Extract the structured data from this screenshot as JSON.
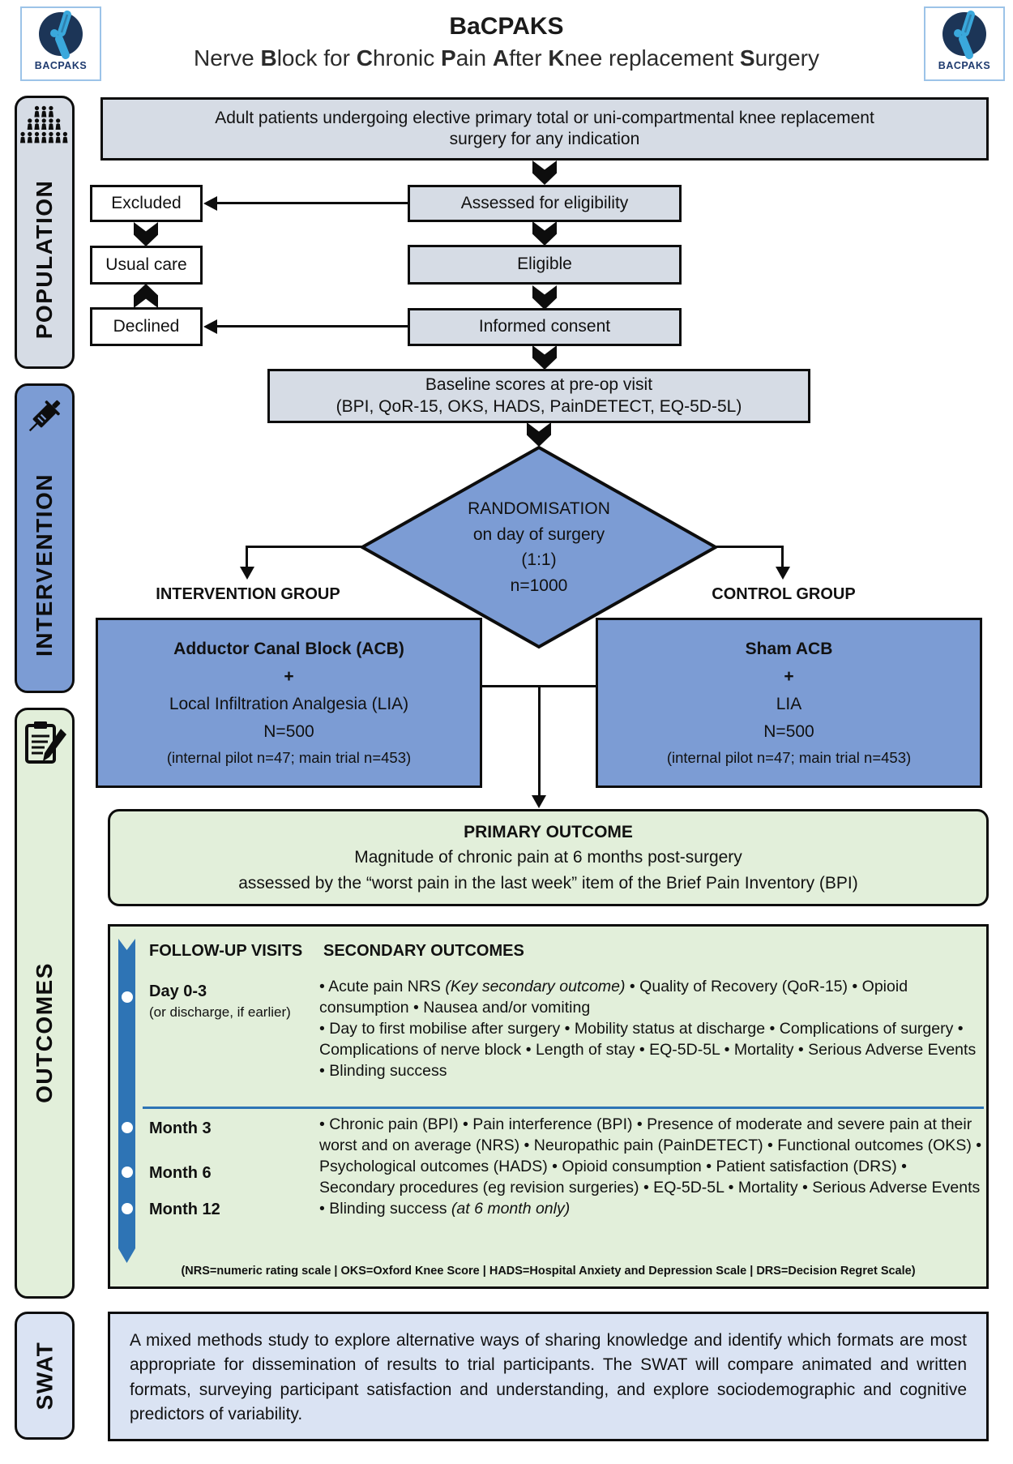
{
  "header": {
    "title": "BaCPAKS",
    "subtitle_segments": [
      {
        "t": "Nerve "
      },
      {
        "t": "B",
        "b": 1
      },
      {
        "t": "lock for "
      },
      {
        "t": "C",
        "b": 1
      },
      {
        "t": "hronic "
      },
      {
        "t": "P",
        "b": 1
      },
      {
        "t": "ain "
      },
      {
        "t": "A",
        "b": 1
      },
      {
        "t": "fter "
      },
      {
        "t": "K",
        "b": 1
      },
      {
        "t": "nee replacement "
      },
      {
        "t": "S",
        "b": 1
      },
      {
        "t": "urgery"
      }
    ],
    "logo_text": "BACPAKS"
  },
  "icons": {
    "left_logo": "knee-joint-logo",
    "right_logo": "knee-joint-logo",
    "population": "crowd-icon",
    "intervention": "syringe-icon",
    "outcomes": "clipboard-pencil-icon"
  },
  "colors": {
    "gray_box": "#d6dce5",
    "blue_box": "#7c9cd4",
    "green_box": "#e2efda",
    "periwinkle_box": "#dae3f3",
    "timeline_blue": "#2e74b5",
    "logo_navy": "#1c3557",
    "logo_cyan": "#3aa8dc"
  },
  "sidebar": {
    "population": "POPULATION",
    "intervention": "INTERVENTION",
    "outcomes": "OUTCOMES",
    "swat": "SWAT"
  },
  "population": {
    "top_box_segments": [
      {
        "t": "Adult patients undergoing elective primary total or uni-compartmental knee replacement"
      },
      {
        "br": 1
      },
      {
        "t": "surgery for any indication"
      }
    ],
    "excluded": "Excluded",
    "usual_care": "Usual care",
    "declined": "Declined",
    "assessed": "Assessed for eligibility",
    "eligible": "Eligible",
    "informed": "Informed consent",
    "baseline_line1": "Baseline scores at pre-op visit",
    "baseline_line2": "(BPI, QoR-15, OKS, HADS, PainDETECT, EQ-5D-5L)"
  },
  "randomisation": {
    "lines": [
      "RANDOMISATION",
      "on day of surgery",
      "(1:1)",
      "n=1000"
    ]
  },
  "groups": {
    "intervention_label": "INTERVENTION GROUP",
    "control_label": "CONTROL GROUP",
    "intervention": {
      "line1": "Adductor Canal Block (ACB)",
      "plus": "+",
      "line2": "Local Infiltration Analgesia (LIA)",
      "n": "N=500",
      "pilot": "(internal pilot n=47; main trial n=453)"
    },
    "control": {
      "line1": "Sham ACB",
      "plus": "+",
      "line2": "LIA",
      "n": "N=500",
      "pilot": "(internal pilot n=47; main trial n=453)"
    }
  },
  "primary_outcome": {
    "title": "PRIMARY OUTCOME",
    "line1": "Magnitude of chronic pain at 6 months post-surgery",
    "line2": "assessed by the “worst pain in the last week” item of the Brief Pain Inventory (BPI)"
  },
  "followup": {
    "col1_header": "FOLLOW-UP VISITS",
    "col2_header": "SECONDARY OUTCOMES",
    "visits": [
      {
        "label": "Day 0-3",
        "sub": "(or discharge, if earlier)"
      },
      {
        "label": "Month 3"
      },
      {
        "label": "Month 6"
      },
      {
        "label": "Month 12"
      }
    ],
    "block1_segments": [
      {
        "t": "• Acute pain NRS "
      },
      {
        "t": "(Key secondary outcome)",
        "i": 1
      },
      {
        "t": " • Quality of Recovery (QoR-15) • Opioid consumption • Nausea and/or vomiting"
      },
      {
        "br": 1
      },
      {
        "t": "• Day to first mobilise after surgery • Mobility status at discharge • Complications of surgery • Complications of nerve block • Length of stay • EQ-5D-5L • Mortality • Serious Adverse Events • Blinding success"
      }
    ],
    "block2_segments": [
      {
        "t": "• Chronic pain (BPI) • Pain interference (BPI) • Presence of moderate and severe pain at their worst and on average (NRS) • Neuropathic pain (PainDETECT) • Functional outcomes (OKS) • Psychological outcomes (HADS) • Opioid consumption • Patient satisfaction (DRS) • Secondary procedures (eg revision surgeries) • EQ-5D-5L • Mortality • Serious Adverse Events • Blinding success "
      },
      {
        "t": "(at 6 month only)",
        "i": 1
      }
    ],
    "footnote": "(NRS=numeric rating scale | OKS=Oxford Knee Score | HADS=Hospital Anxiety and Depression Scale | DRS=Decision Regret Scale)"
  },
  "swat": {
    "text": "A mixed methods study to explore alternative ways of sharing knowledge and identify which formats are most appropriate for dissemination of results to trial participants. The SWAT will compare animated and written formats, surveying participant satisfaction and understanding, and explore sociodemographic and cognitive predictors of variability."
  }
}
